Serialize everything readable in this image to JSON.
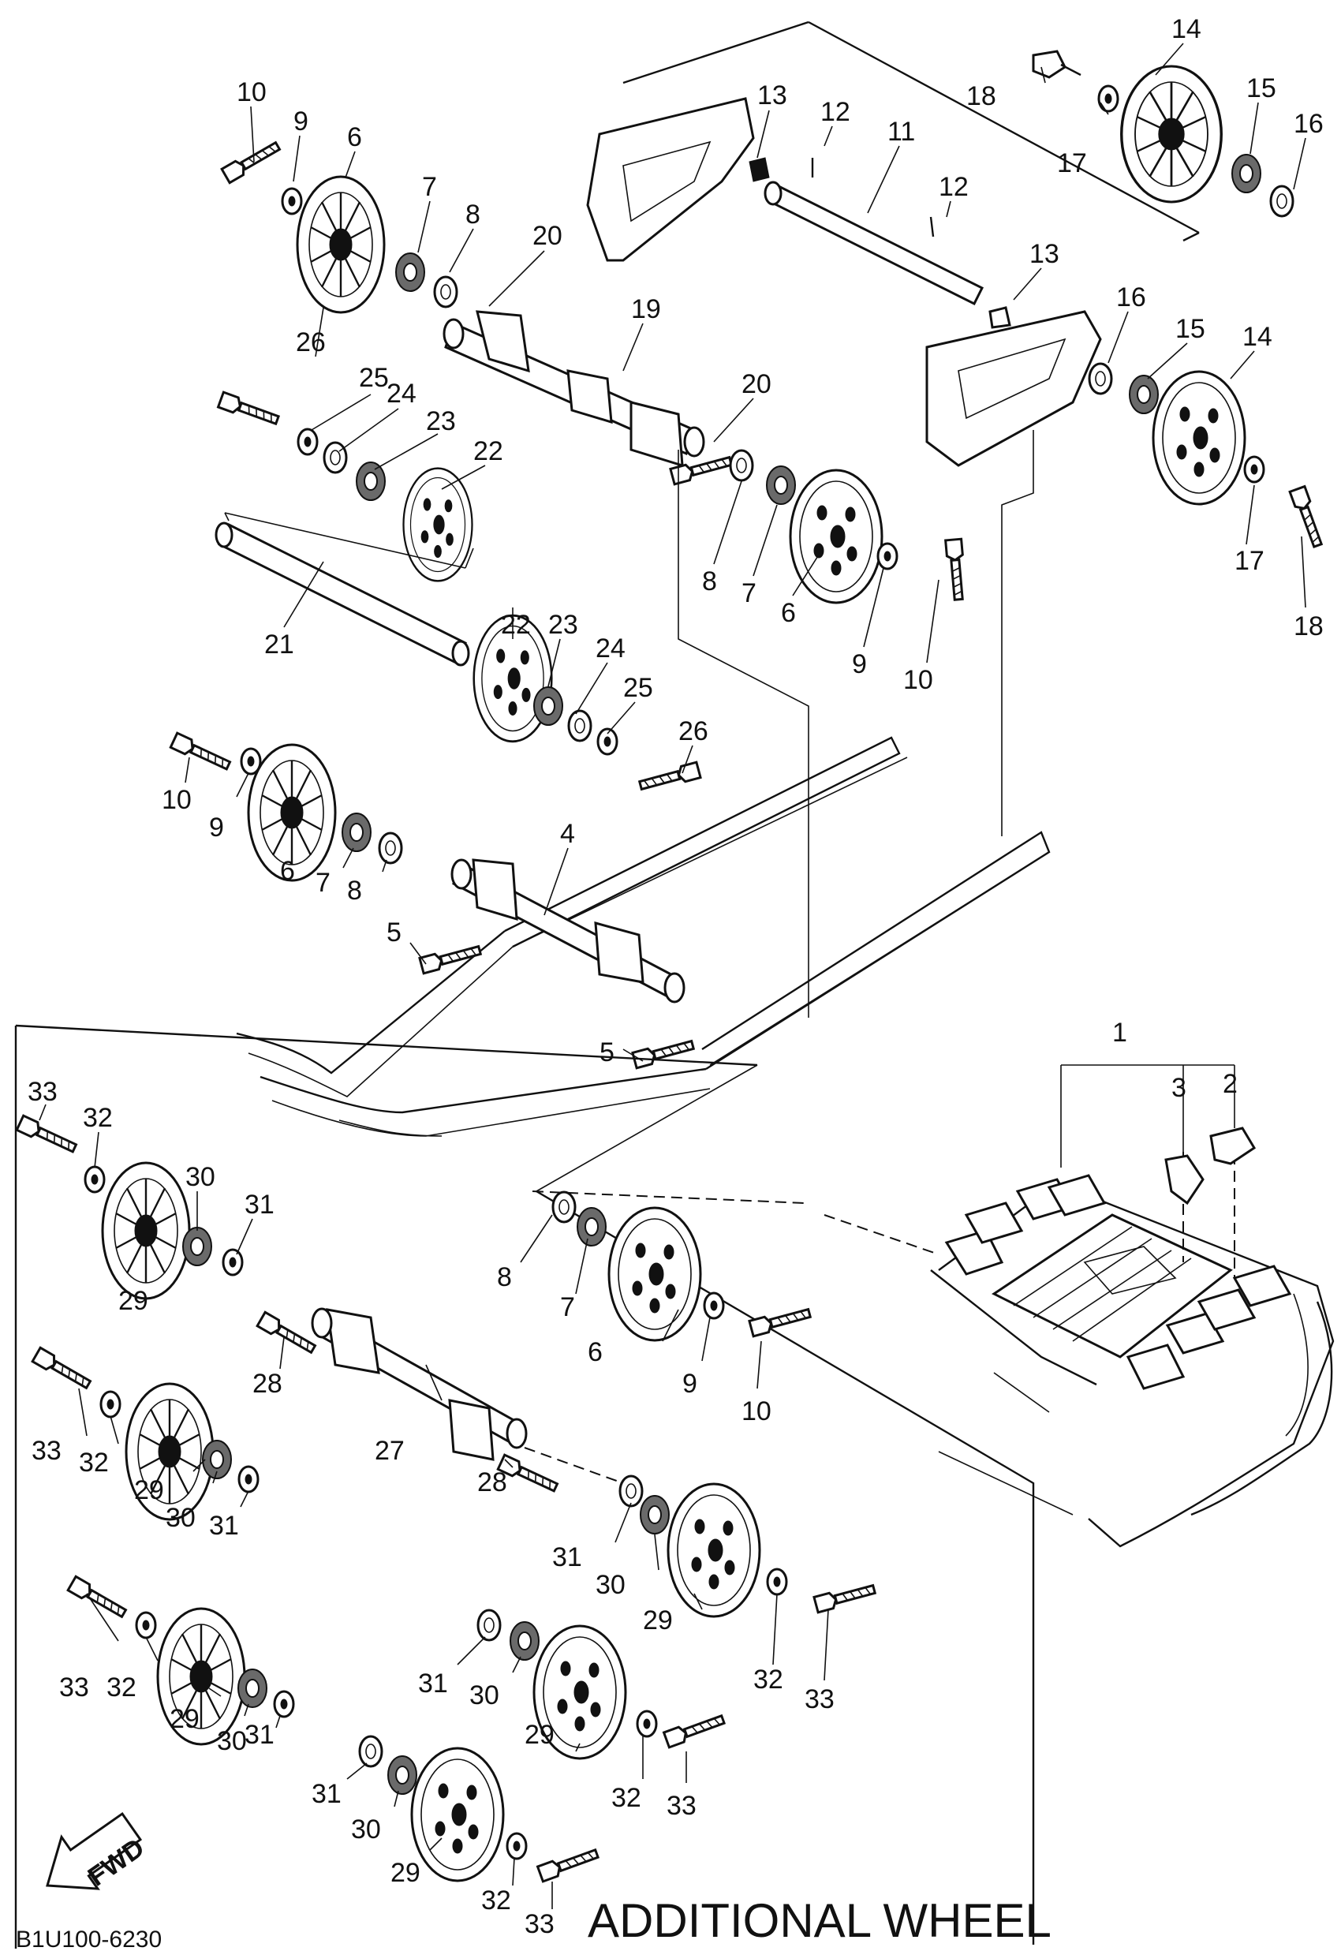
{
  "diagram": {
    "footer_label": "ADDITIONAL WHEEL",
    "drawing_code": "B1U100-6230",
    "fwd_label": "FWD",
    "colors": {
      "ink": "#111111",
      "paper": "#ffffff",
      "shade": "#6a6a6a"
    },
    "callouts": {
      "c10a": "10",
      "c9a": "9",
      "c6a": "6",
      "c7a": "7",
      "c8a": "8",
      "c20a": "20",
      "c19": "19",
      "c26a": "26",
      "c25a": "25",
      "c24a": "24",
      "c23a": "23",
      "c22a": "22",
      "c13a": "13",
      "c12a": "12",
      "c11": "11",
      "c12b": "12",
      "c13b": "13",
      "c18a": "18",
      "c14a": "14",
      "c15a": "15",
      "c16a": "16",
      "c17a": "17",
      "c16b": "16",
      "c15b": "15",
      "c14b": "14",
      "c17b": "17",
      "c18b": "18",
      "c20b": "20",
      "c8b": "8",
      "c7b": "7",
      "c6b": "6",
      "c9b": "9",
      "c10b": "10",
      "c21": "21",
      "c22b": "22",
      "c23b": "23",
      "c24b": "24",
      "c25b": "25",
      "c26b": "26",
      "c10c": "10",
      "c9c": "9",
      "c6c": "6",
      "c7c": "7",
      "c8c": "8",
      "c4": "4",
      "c5a": "5",
      "c5b": "5",
      "c1": "1",
      "c3": "3",
      "c2": "2",
      "c8d": "8",
      "c7d": "7",
      "c6d": "6",
      "c9d": "9",
      "c10d": "10",
      "c33a": "33",
      "c32a": "32",
      "c30a": "30",
      "c31a": "31",
      "c29a": "29",
      "c28a": "28",
      "c27": "27",
      "c28b": "28",
      "c33b": "33",
      "c32b": "32",
      "c29b": "29",
      "c30b": "30",
      "c31b": "31",
      "c31c": "31",
      "c30c": "30",
      "c29c": "29",
      "c32c": "32",
      "c33c": "33",
      "c33d": "33",
      "c32d": "32",
      "c29d": "29",
      "c30d": "30",
      "c31d": "31",
      "c31e": "31",
      "c30e": "30",
      "c29e": "29",
      "c32e": "32",
      "c33e": "33",
      "c31f": "31",
      "c30f": "30",
      "c29f": "29",
      "c32f": "32",
      "c33f": "33"
    }
  }
}
